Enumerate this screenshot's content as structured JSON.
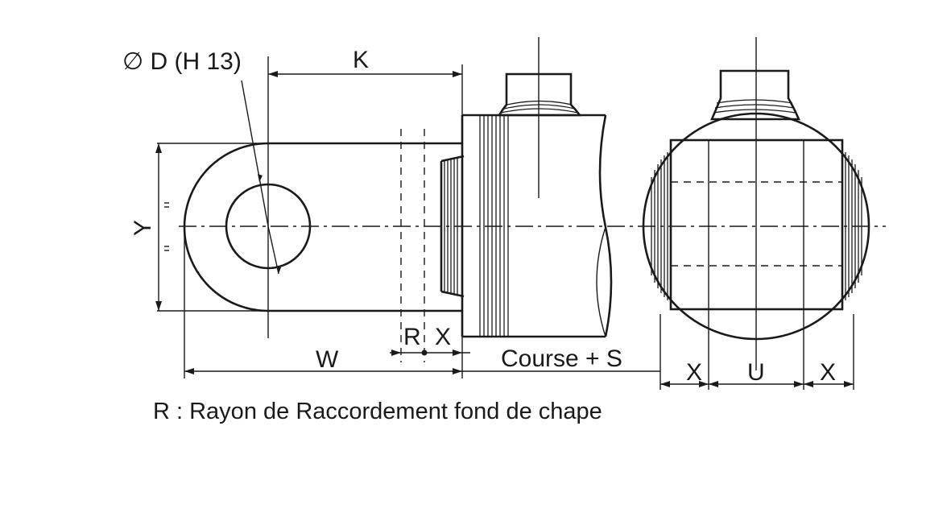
{
  "labels": {
    "diameter": "∅ D (H 13)",
    "k": "K",
    "y": "Y",
    "r": "R",
    "x_left": "X",
    "w": "W",
    "stroke_s": "Course + S",
    "x_end_left": "X",
    "u": "U",
    "x_end_right": "X"
  },
  "caption": "R : Rayon de Raccordement fond de chape",
  "colors": {
    "ink": "#1a1a1a",
    "background": "#ffffff"
  }
}
